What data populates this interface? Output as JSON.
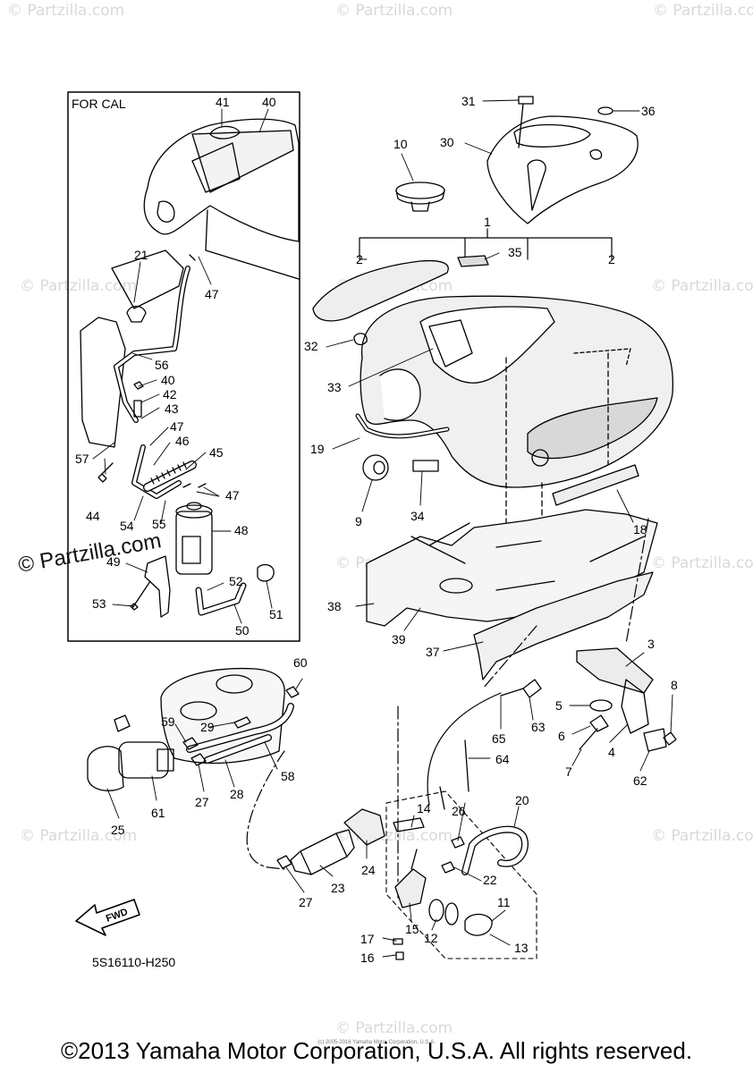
{
  "diagram": {
    "inset_title": "FOR CAL",
    "fwd_label": "FWD",
    "diagram_code": "5S16110-H250",
    "callouts": {
      "n1": "1",
      "n2": "2",
      "n3": "3",
      "n4": "4",
      "n5": "5",
      "n6": "6",
      "n7": "7",
      "n8": "8",
      "n9": "9",
      "n10": "10",
      "n11": "11",
      "n12": "12",
      "n13": "13",
      "n14": "14",
      "n15": "15",
      "n16": "16",
      "n17": "17",
      "n18": "18",
      "n19": "19",
      "n20": "20",
      "n21": "21",
      "n22": "22",
      "n23": "23",
      "n24": "24",
      "n25": "25",
      "n26": "26",
      "n27": "27",
      "n28": "28",
      "n29": "29",
      "n30": "30",
      "n31": "31",
      "n32": "32",
      "n33": "33",
      "n34": "34",
      "n35": "35",
      "n36": "36",
      "n37": "37",
      "n38": "38",
      "n39": "39",
      "n40": "40",
      "n41": "41",
      "n42": "42",
      "n43": "43",
      "n44": "44",
      "n45": "45",
      "n46": "46",
      "n47": "47",
      "n48": "48",
      "n49": "49",
      "n50": "50",
      "n51": "51",
      "n52": "52",
      "n53": "53",
      "n54": "54",
      "n55": "55",
      "n56": "56",
      "n57": "57",
      "n58": "58",
      "n59": "59",
      "n60": "60",
      "n61": "61",
      "n62": "62",
      "n63": "63",
      "n64": "64",
      "n65": "65"
    }
  },
  "watermarks": {
    "site": "© Partzilla.com",
    "prominent": "© Partzilla.com"
  },
  "footer": {
    "copyright": "©2013 Yamaha Motor Corporation, U.S.A. All rights reserved.",
    "small_print": "(c) 2005-2016 Yamaha Motor Corporation, U.S.A."
  }
}
